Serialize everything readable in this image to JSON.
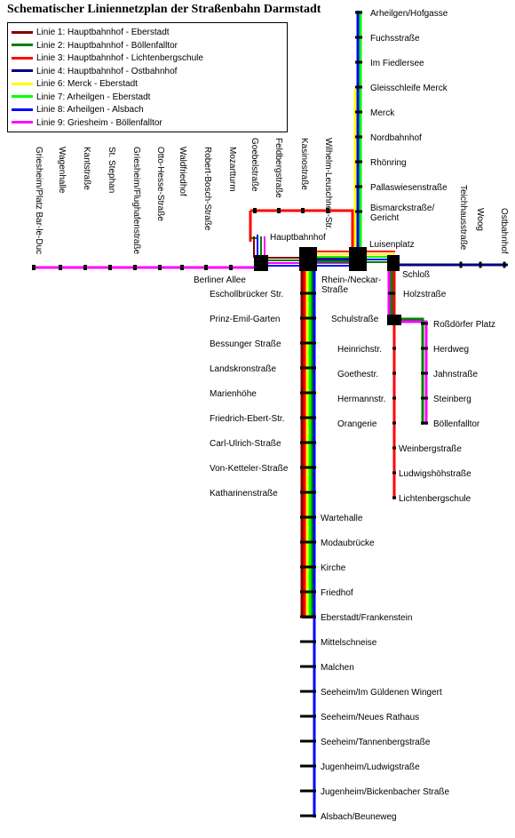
{
  "title": "Schematischer Liniennetzplan der Straßenbahn Darmstadt",
  "colors": {
    "line1": "#800000",
    "line2": "#008000",
    "line3": "#ff0000",
    "line4": "#000080",
    "line6": "#ffff00",
    "line7": "#00ff00",
    "line8": "#0000ff",
    "line9": "#ff00ff"
  },
  "legend": [
    {
      "label": "Linie",
      "number": "1:",
      "route": "Hauptbahnhof - Eberstadt",
      "color": "#800000"
    },
    {
      "label": "Linie",
      "number": "2:",
      "route": "Hauptbahnhof - Böllenfalltor",
      "color": "#008000"
    },
    {
      "label": "Linie",
      "number": "3:",
      "route": "Hauptbahnhof - Lichtenbergschule",
      "color": "#ff0000"
    },
    {
      "label": "Linie",
      "number": "4:",
      "route": "Hauptbahnhof - Ostbahnhof",
      "color": "#000080"
    },
    {
      "label": "Linie",
      "number": "6:",
      "route": "Merck - Eberstadt",
      "color": "#ffff00"
    },
    {
      "label": "Linie",
      "number": "7:",
      "route": "Arheilgen - Eberstadt",
      "color": "#00ff00"
    },
    {
      "label": "Linie",
      "number": "8:",
      "route": "Arheilgen - Alsbach",
      "color": "#0000ff"
    },
    {
      "label": "Linie",
      "number": "9:",
      "route": "Griesheim - Böllenfalltor",
      "color": "#ff00ff"
    }
  ],
  "stations": {
    "west": [
      "Griesheim/Platz Bar-le-Duc",
      "Wagenhalle",
      "Kantstraße",
      "St. Stephan",
      "Griesheim/Flughafenstraße",
      "Otto-Hesse-Straße",
      "Waldfriedhof",
      "Robert-Bosch-Straße",
      "Mozartturm",
      "Goebelstraße",
      "Feldbergstraße",
      "Kasinostraße",
      "Wilhelm-Leuschner-Str."
    ],
    "north": [
      "Arheilgen/Hofgasse",
      "Fuchsstraße",
      "Im Fiedlersee",
      "Gleisschleife Merck",
      "Merck",
      "Nordbahnhof",
      "Rhönring",
      "Pallaswiesenstraße",
      "Bismarckstraße/ Gericht"
    ],
    "hubs": {
      "hauptbahnhof": "Hauptbahnhof",
      "berliner_allee": "Berliner Allee",
      "rhein_neckar": "Rhein-/Neckar- Straße",
      "luisenplatz": "Luisenplatz",
      "schloss": "Schloß"
    },
    "east": [
      "Teichhausstraße",
      "Woog",
      "Ostbahnhof"
    ],
    "south_left": [
      "Eschollbrücker Str.",
      "Prinz-Emil-Garten",
      "Bessunger Straße",
      "Landskronstraße",
      "Marienhöhe",
      "Friedrich-Ebert-Str.",
      "Carl-Ulrich-Straße",
      "Von-Ketteler-Straße",
      "Katharinenstraße"
    ],
    "south_right": [
      "Wartehalle",
      "Modaubrücke",
      "Kirche",
      "Friedhof",
      "Eberstadt/Frankenstein",
      "Mittelschneise",
      "Malchen",
      "Seeheim/Im Güldenen Wingert",
      "Seeheim/Neues Rathaus",
      "Seeheim/Tannenbergstraße",
      "Jugenheim/Ludwigstraße",
      "Jugenheim/Bickenbacher Straße",
      "Alsbach/Beuneweg"
    ],
    "south_east": [
      "Holzstraße",
      "Schulstraße"
    ],
    "line3_left": [
      "Heinrichstr.",
      "Goethestr.",
      "Hermannstr.",
      "Orangerie"
    ],
    "line3_right": [
      "Weinbergstraße",
      "Ludwigshöhstraße",
      "Lichtenbergschule"
    ],
    "bollenfalltor": [
      "Roßdörfer Platz",
      "Herdweg",
      "Jahnstraße",
      "Steinberg",
      "Böllenfalltor"
    ]
  }
}
